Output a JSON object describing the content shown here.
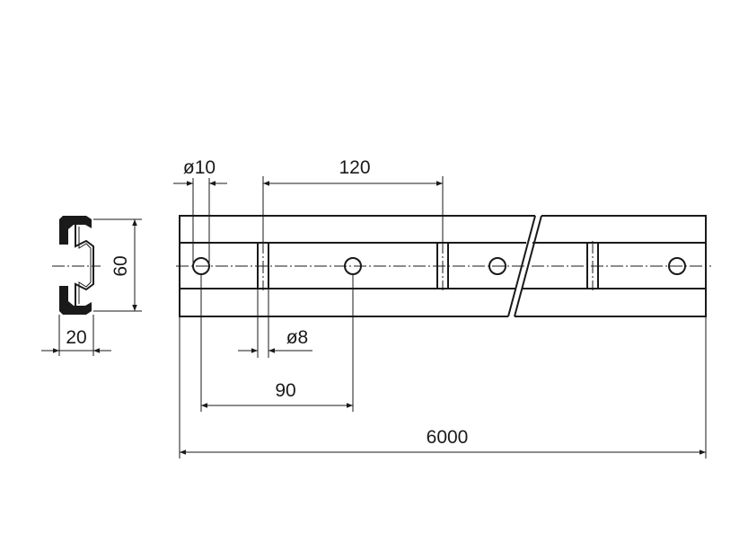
{
  "dimensions": {
    "hole_large": "ø10",
    "hole_pitch": "120",
    "profile_height": "60",
    "profile_width": "20",
    "slot_diameter": "ø8",
    "edge_to_hole": "90",
    "total_length": "6000"
  }
}
